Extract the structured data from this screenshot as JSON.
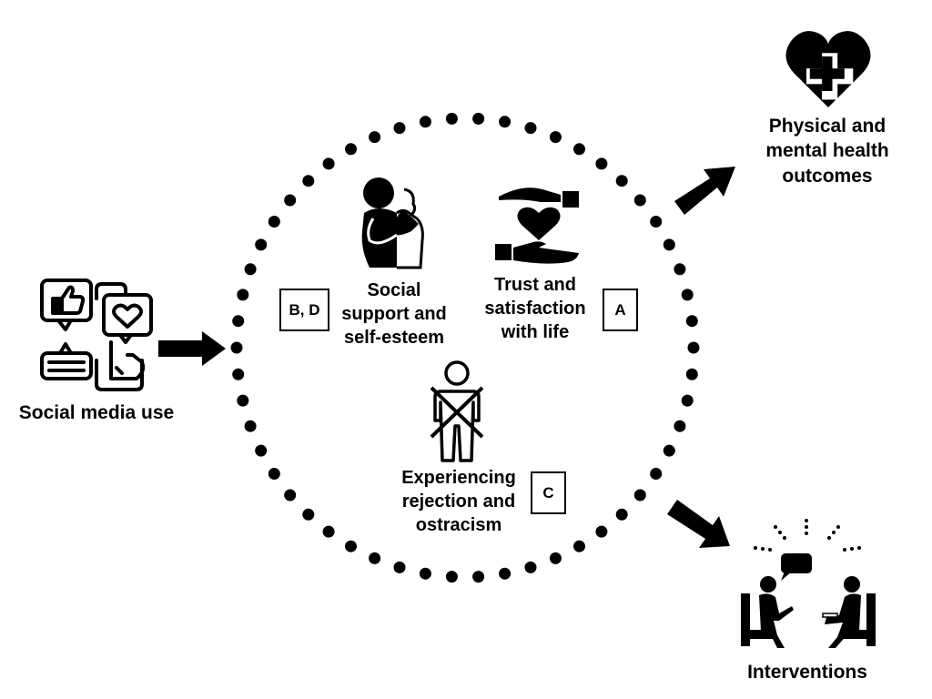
{
  "nodes": {
    "social_media": {
      "label": "Social media use"
    },
    "physical_health": {
      "lines": [
        "Physical and",
        "mental health",
        "outcomes"
      ]
    },
    "interventions": {
      "label": "Interventions"
    },
    "social_support": {
      "lines": [
        "Social",
        "support and",
        "self-esteem"
      ]
    },
    "trust": {
      "lines": [
        "Trust and",
        "satisfaction",
        "with life"
      ]
    },
    "rejection": {
      "lines": [
        "Experiencing",
        "rejection and",
        "ostracism"
      ]
    }
  },
  "badges": {
    "bd": "B, D",
    "a": "A",
    "c": "C"
  },
  "icons": [
    "social-media-icon",
    "heart-plus-icon",
    "counseling-icon",
    "hug-icon",
    "care-hands-heart-icon",
    "crossed-person-icon"
  ],
  "colors": {
    "ink": "#000000",
    "background": "#ffffff"
  }
}
